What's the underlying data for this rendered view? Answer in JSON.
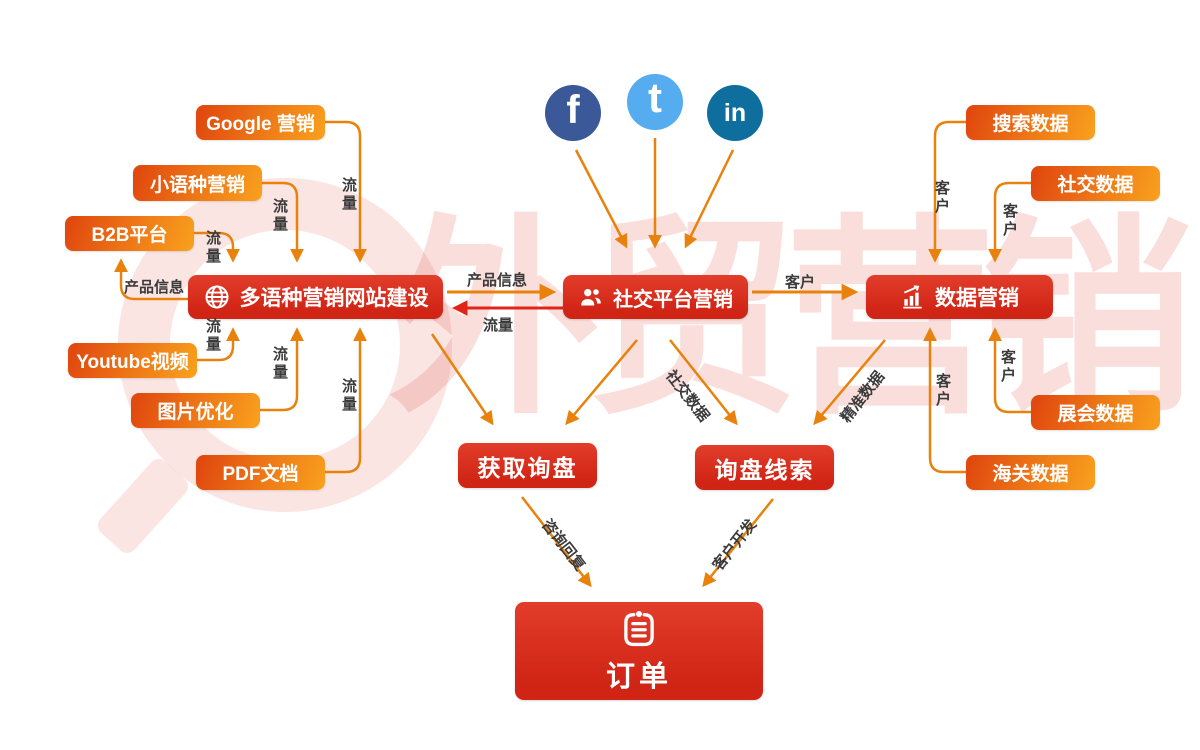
{
  "watermark": {
    "text": "外贸营销"
  },
  "social_icons": {
    "facebook": {
      "glyph": "f",
      "color": "#3b5998"
    },
    "twitter": {
      "glyph": "t",
      "color": "#55acee"
    },
    "linkedin": {
      "glyph": "in",
      "color": "#0e6e9e"
    }
  },
  "nodes": {
    "google": "Google 营销",
    "minor_language": "小语种营销",
    "b2b": "B2B平台",
    "youtube": "Youtube视频",
    "image_opt": "图片优化",
    "pdf": "PDF文档",
    "website": "多语种营销网站建设",
    "social_platform": "社交平台营销",
    "data_marketing": "数据营销",
    "search_data": "搜索数据",
    "social_data": "社交数据",
    "expo_data": "展会数据",
    "customs_data": "海关数据",
    "get_inquiry": "获取询盘",
    "inquiry_leads": "询盘线索",
    "order": "订单"
  },
  "edge_labels": {
    "traffic": "流量",
    "product_info": "产品信息",
    "customer": "客户",
    "social_data": "社交数据",
    "precise_data": "精准数据",
    "inquiry_reply": "咨询回复",
    "customer_development": "客户开发"
  },
  "colors": {
    "red_box": "#d02415",
    "orange_box_dark": "#e1490f",
    "orange_box_light": "#f9a11d",
    "arrow_orange": "#e8820c",
    "arrow_red": "#e02417",
    "label_text": "#3b3b3b",
    "watermark_pink": "#f4d6d3"
  }
}
